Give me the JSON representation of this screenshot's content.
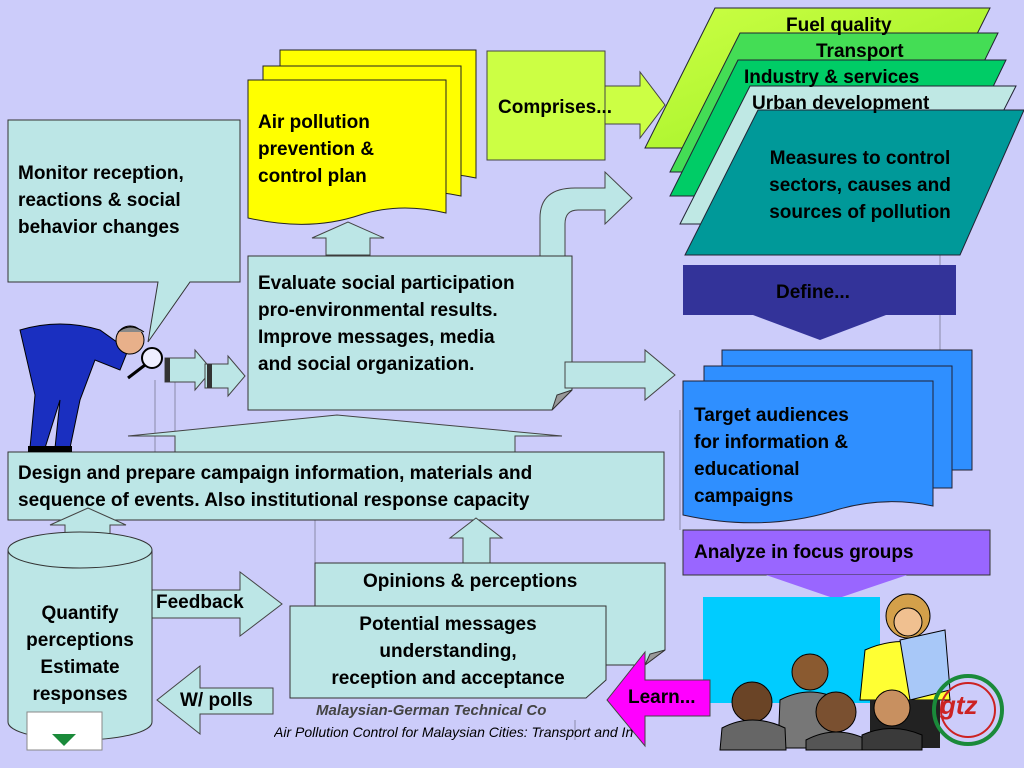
{
  "sectors": {
    "fuel_quality": "Fuel quality",
    "transport": "Transport",
    "industry_services": "Industry & services",
    "urban_development": "Urban development",
    "measures": "Measures to control\nsectors, causes and\nsources of pollution"
  },
  "plan": {
    "air_pollution_plan": "Air pollution\nprevention &\ncontrol plan",
    "comprises": "Comprises..."
  },
  "monitor": {
    "text": "Monitor reception,\nreactions & social\nbehavior changes"
  },
  "evaluate": {
    "text": "Evaluate social participation\npro-environmental results.\nImprove messages, media\nand social organization."
  },
  "define": {
    "label": "Define..."
  },
  "target": {
    "text": "Target audiences\nfor information &\neducational\ncampaigns"
  },
  "analyze": {
    "label": "Analyze in focus groups"
  },
  "design": {
    "text": "Design and prepare campaign information, materials and\nsequence of events.  Also institutional response capacity"
  },
  "quantify": {
    "text": "Quantify\nperceptions\nEstimate\nresponses"
  },
  "feedback": {
    "label": "Feedback"
  },
  "polls": {
    "label": "W/ polls"
  },
  "opinions": {
    "label": "Opinions & perceptions"
  },
  "messages": {
    "text": "Potential messages\nunderstanding,\nreception and acceptance"
  },
  "learn": {
    "label": "Learn..."
  },
  "footer": {
    "partial_title": "Malaysian-German Technical Co",
    "subtitle": "Air Pollution Control for Malaysian Cities: Transport and In"
  },
  "logo": {
    "text": "gtz"
  },
  "colors": {
    "background": "#ccccfa",
    "pale_teal": "#bce6e6",
    "yellow": "#ffff00",
    "lime": "#ccff44",
    "navy": "#333399",
    "blue": "#2f8fff",
    "violet": "#9966ff",
    "magenta": "#ff00ff"
  }
}
